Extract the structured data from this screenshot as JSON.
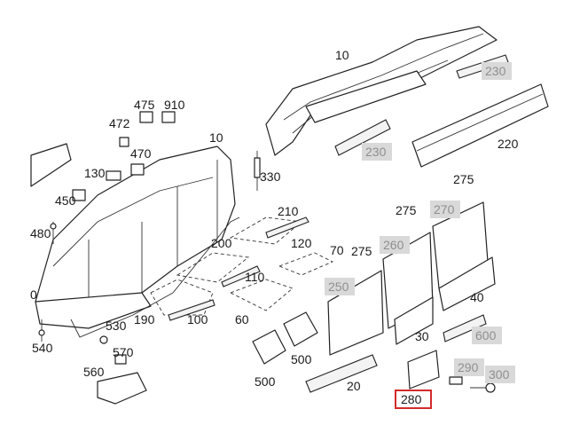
{
  "callouts": [
    {
      "id": "c10a",
      "text": "10",
      "grey": false
    },
    {
      "id": "c230a",
      "text": "230",
      "grey": true
    },
    {
      "id": "c220",
      "text": "220",
      "grey": false
    },
    {
      "id": "c230b",
      "text": "230",
      "grey": true
    },
    {
      "id": "c475a",
      "text": "475",
      "grey": false
    },
    {
      "id": "c910",
      "text": "910",
      "grey": false
    },
    {
      "id": "c472",
      "text": "472",
      "grey": false
    },
    {
      "id": "c10b",
      "text": "10",
      "grey": false
    },
    {
      "id": "c470",
      "text": "470",
      "grey": false
    },
    {
      "id": "c130",
      "text": "130",
      "grey": false
    },
    {
      "id": "c330",
      "text": "330",
      "grey": false
    },
    {
      "id": "c450",
      "text": "450",
      "grey": false
    },
    {
      "id": "c480",
      "text": "480",
      "grey": false
    },
    {
      "id": "c210",
      "text": "210",
      "grey": false
    },
    {
      "id": "c275a",
      "text": "275",
      "grey": false
    },
    {
      "id": "c275b",
      "text": "275",
      "grey": false
    },
    {
      "id": "c270",
      "text": "270",
      "grey": true
    },
    {
      "id": "c200",
      "text": "200",
      "grey": false
    },
    {
      "id": "c120",
      "text": "120",
      "grey": false
    },
    {
      "id": "c260",
      "text": "260",
      "grey": true
    },
    {
      "id": "c70",
      "text": "70",
      "grey": false
    },
    {
      "id": "c275c",
      "text": "275",
      "grey": false
    },
    {
      "id": "c110",
      "text": "110",
      "grey": false
    },
    {
      "id": "c250",
      "text": "250",
      "grey": true
    },
    {
      "id": "c40",
      "text": "40",
      "grey": false
    },
    {
      "id": "c0",
      "text": "0",
      "grey": false
    },
    {
      "id": "c190",
      "text": "190",
      "grey": false
    },
    {
      "id": "c100",
      "text": "100",
      "grey": false
    },
    {
      "id": "c60",
      "text": "60",
      "grey": false
    },
    {
      "id": "c530",
      "text": "530",
      "grey": false
    },
    {
      "id": "c540",
      "text": "540",
      "grey": false
    },
    {
      "id": "c30",
      "text": "30",
      "grey": false
    },
    {
      "id": "c600",
      "text": "600",
      "grey": true
    },
    {
      "id": "c570",
      "text": "570",
      "grey": false
    },
    {
      "id": "c500a",
      "text": "500",
      "grey": false
    },
    {
      "id": "c290",
      "text": "290",
      "grey": true
    },
    {
      "id": "c300",
      "text": "300",
      "grey": true
    },
    {
      "id": "c560",
      "text": "560",
      "grey": false
    },
    {
      "id": "c500b",
      "text": "500",
      "grey": false
    },
    {
      "id": "c20",
      "text": "20",
      "grey": false
    },
    {
      "id": "c280",
      "text": "280",
      "grey": false,
      "highlighted": true
    }
  ],
  "colors": {
    "highlight": "#d42a2a",
    "grey_label_bg": "#d9d9d9",
    "grey_label_text": "#8f8f8f",
    "line": "#222222"
  }
}
